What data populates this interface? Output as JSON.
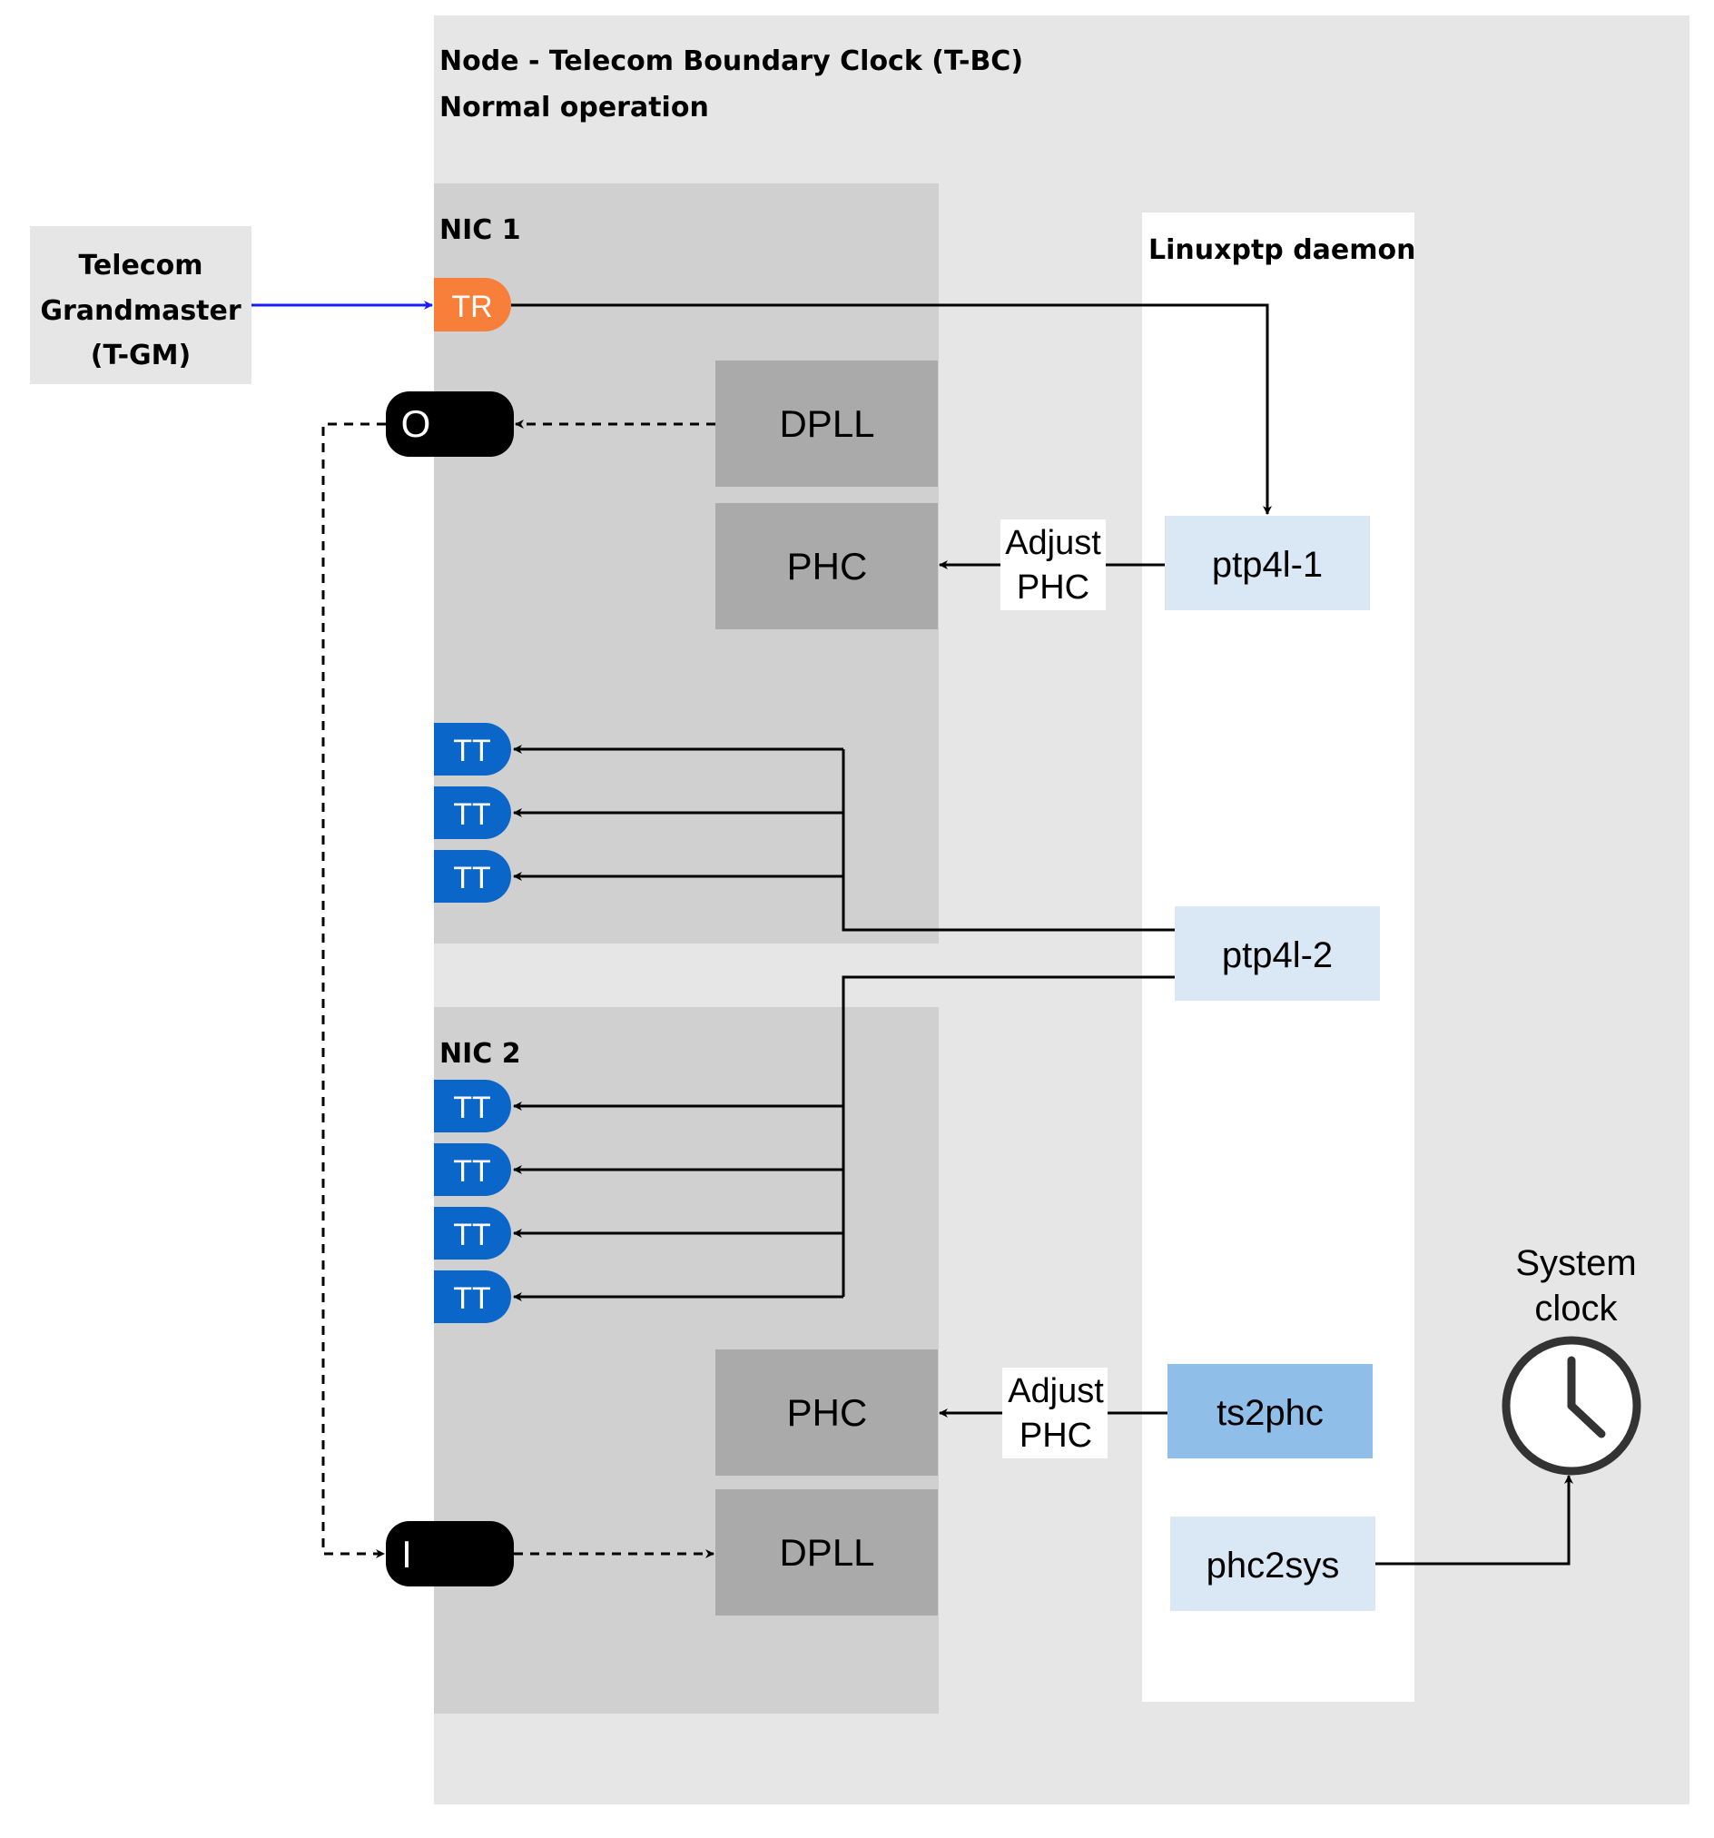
{
  "node": {
    "title": "Node - Telecom Boundary Clock (T-BC)",
    "subtitle": "Normal operation"
  },
  "grandmaster": {
    "line1": "Telecom",
    "line2": "Grandmaster",
    "line3": "(T-GM)"
  },
  "nic1": {
    "label": "NIC 1",
    "tr_port": "TR",
    "out_port": "O",
    "dpll": "DPLL",
    "phc": "PHC",
    "tt_ports": [
      "TT",
      "TT",
      "TT"
    ]
  },
  "nic2": {
    "label": "NIC 2",
    "in_port": "I",
    "dpll": "DPLL",
    "phc": "PHC",
    "tt_ports": [
      "TT",
      "TT",
      "TT",
      "TT"
    ]
  },
  "daemon": {
    "label": "Linuxptp daemon",
    "ptp4l_1": "ptp4l-1",
    "ptp4l_2": "ptp4l-2",
    "ts2phc": "ts2phc",
    "phc2sys": "phc2sys"
  },
  "edges": {
    "adjust1_line1": "Adjust",
    "adjust1_line2": "PHC",
    "adjust2_line1": "Adjust",
    "adjust2_line2": "PHC"
  },
  "system_clock": {
    "line1": "System",
    "line2": "clock",
    "icon": "clock-icon"
  },
  "colors": {
    "node_bg": "#e6e6e6",
    "nic_bg": "#d0d0d0",
    "block_bg": "#aaaaaa",
    "tr_port": "#f77f3a",
    "tt_port": "#0a67c9",
    "io_port": "#000000",
    "daemon_bg": "#ffffff",
    "process_light": "#dae8f5",
    "process_mid": "#8fbfe9",
    "gm_bg": "#e6e6e6",
    "gm_arrow": "#1a1aff"
  }
}
